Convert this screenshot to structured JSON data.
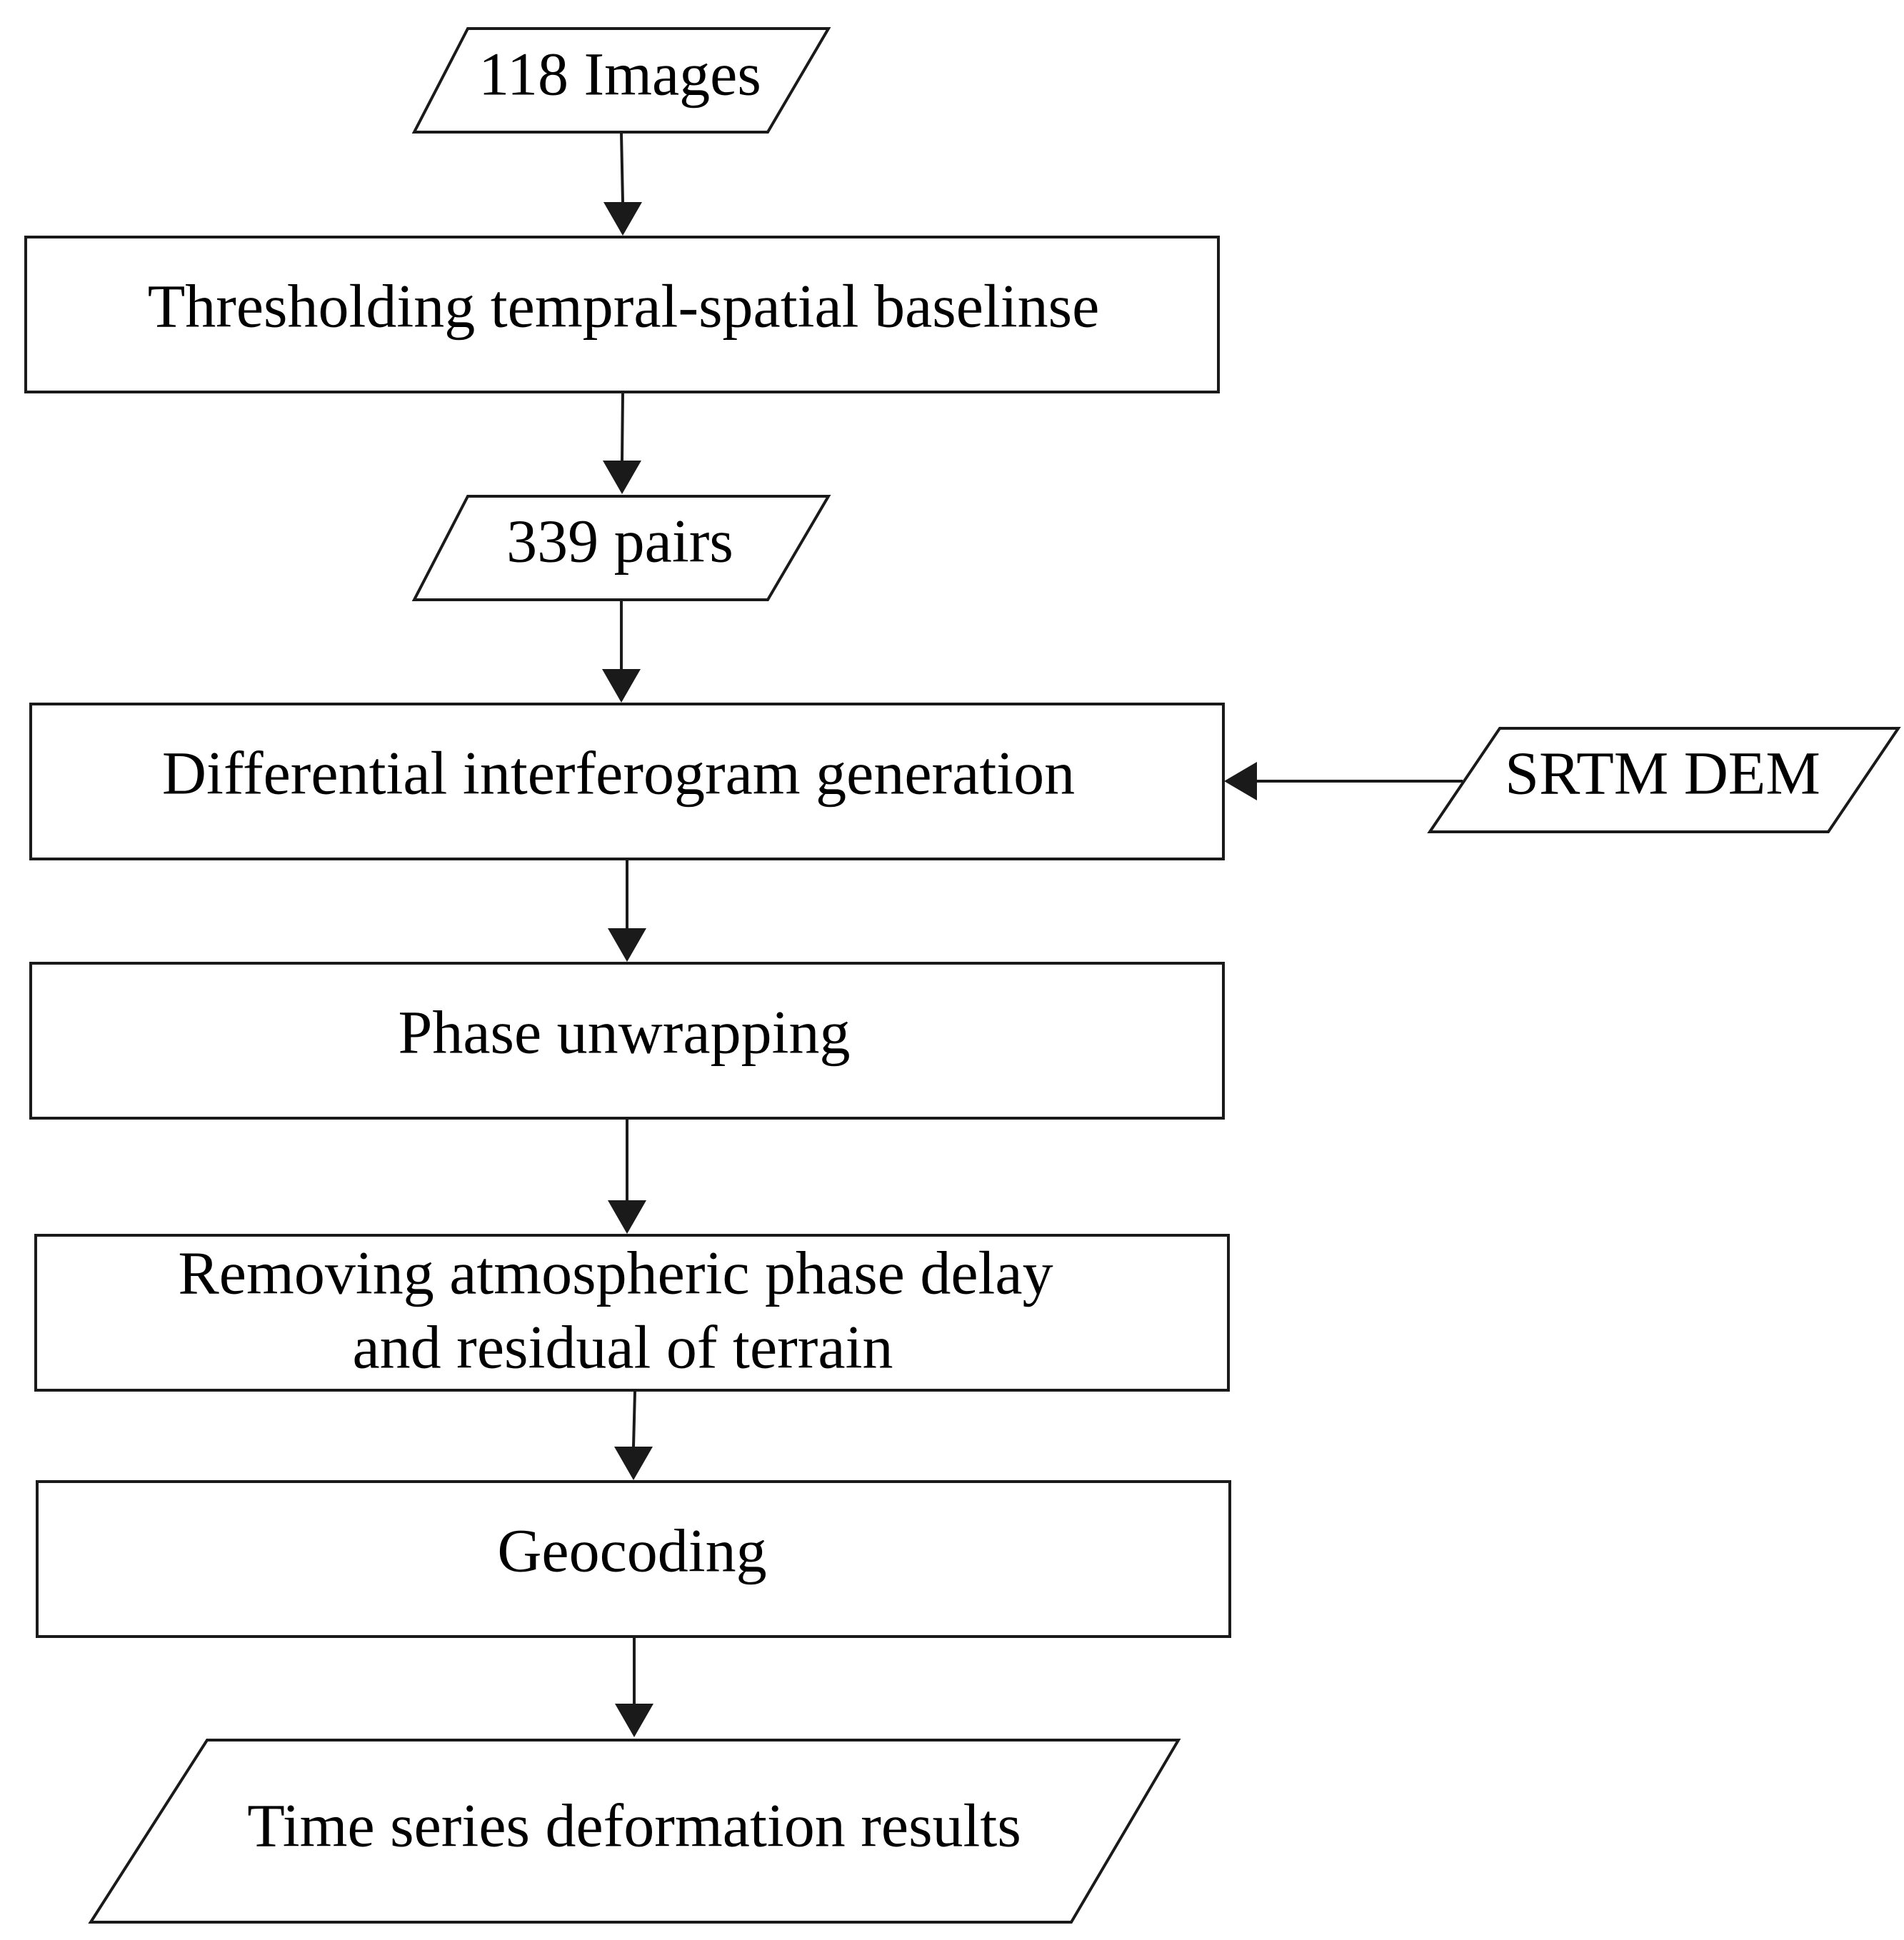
{
  "diagram": {
    "input_images": "118 Images",
    "step_baseline": "Thresholding tempral-spatial baselinse",
    "pairs": "339 pairs",
    "step_interferogram": "Differential interferogram generation",
    "input_dem": "SRTM DEM",
    "step_unwrapping": "Phase unwrapping",
    "step_atmosphere_line1": "Removing atmospheric phase delay",
    "step_atmosphere_line2": "and residual of terrain",
    "step_geocoding": "Geocoding",
    "output_results": "Time series deformation results"
  }
}
